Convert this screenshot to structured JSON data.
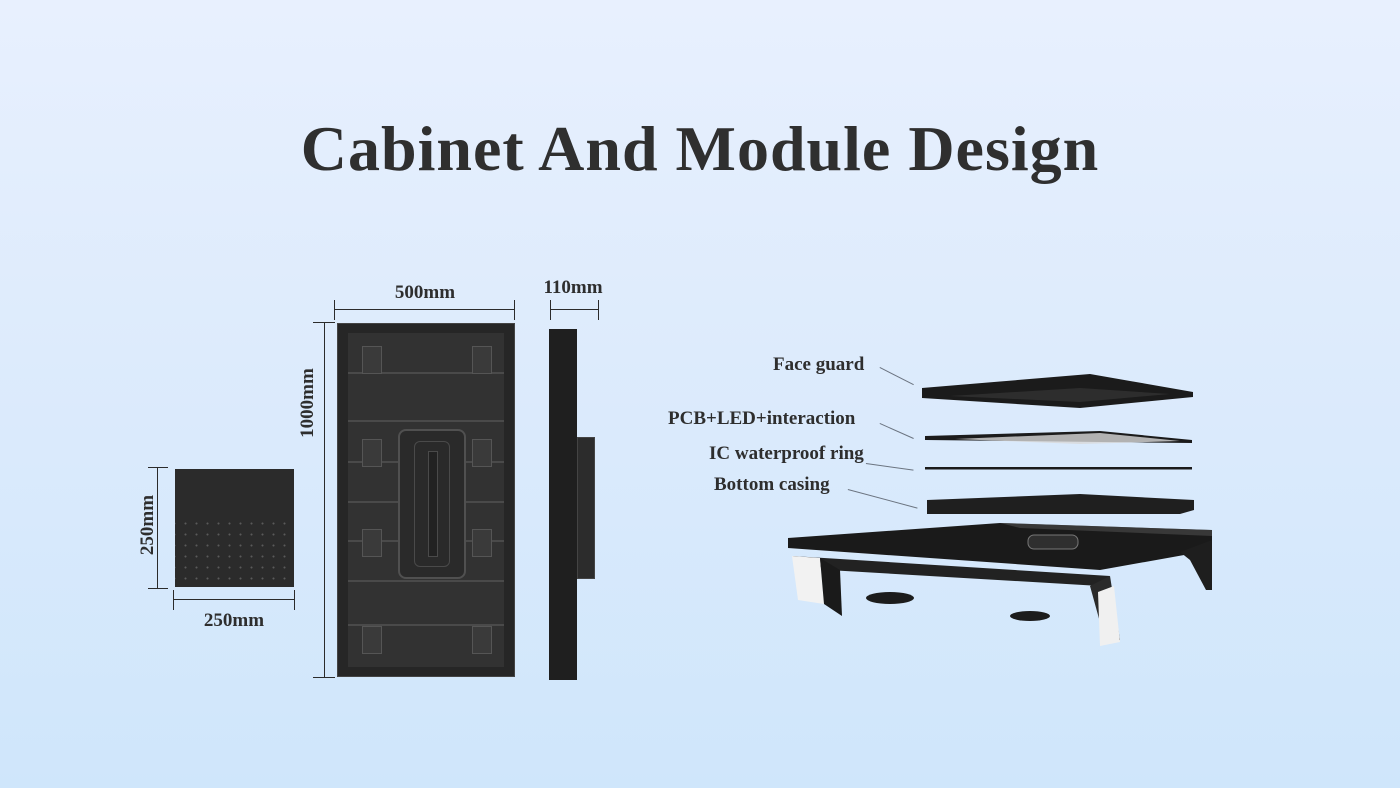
{
  "title": "Cabinet And Module Design",
  "module": {
    "width_label": "250mm",
    "height_label": "250mm"
  },
  "cabinet": {
    "width_label": "500mm",
    "height_label": "1000mm",
    "depth_label": "110mm"
  },
  "exploded_view": {
    "layers": [
      {
        "label": "Face guard"
      },
      {
        "label": "PCB+LED+interaction"
      },
      {
        "label": "IC waterproof ring"
      },
      {
        "label": "Bottom casing"
      }
    ]
  },
  "colors": {
    "background_top": "#e8f0fe",
    "background_bottom": "#cfe6fb",
    "text": "#2e2e2e",
    "hardware": "#262626"
  }
}
